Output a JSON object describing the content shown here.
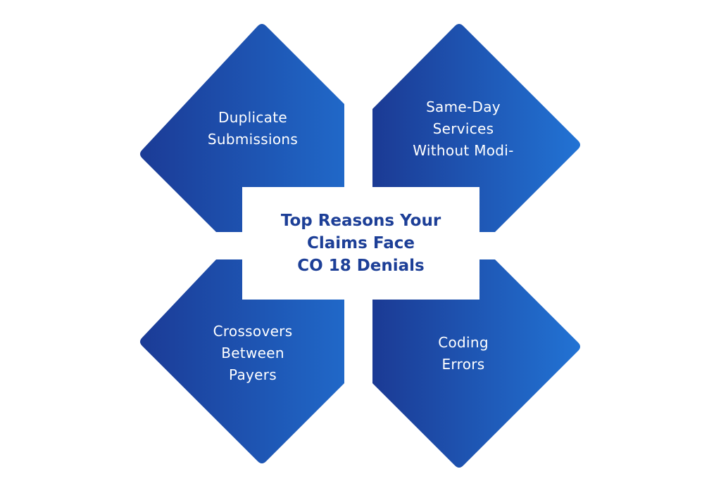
{
  "diagram": {
    "title": "Top Reasons Your\nClaims Face\nCO 18 Denials",
    "items": [
      {
        "position": "top-left",
        "label": "Duplicate\nSubmissions"
      },
      {
        "position": "top-right",
        "label": "Same-Day\nServices\nWithout Modi-"
      },
      {
        "position": "bottom-left",
        "label": "Crossovers\nBetween\nPayers"
      },
      {
        "position": "bottom-right",
        "label": "Coding\nErrors"
      }
    ],
    "colors": {
      "shape_gradient_start": "#1b3b96",
      "shape_gradient_end": "#2270d0",
      "title_color": "#1d3f97",
      "background": "#ffffff"
    }
  }
}
